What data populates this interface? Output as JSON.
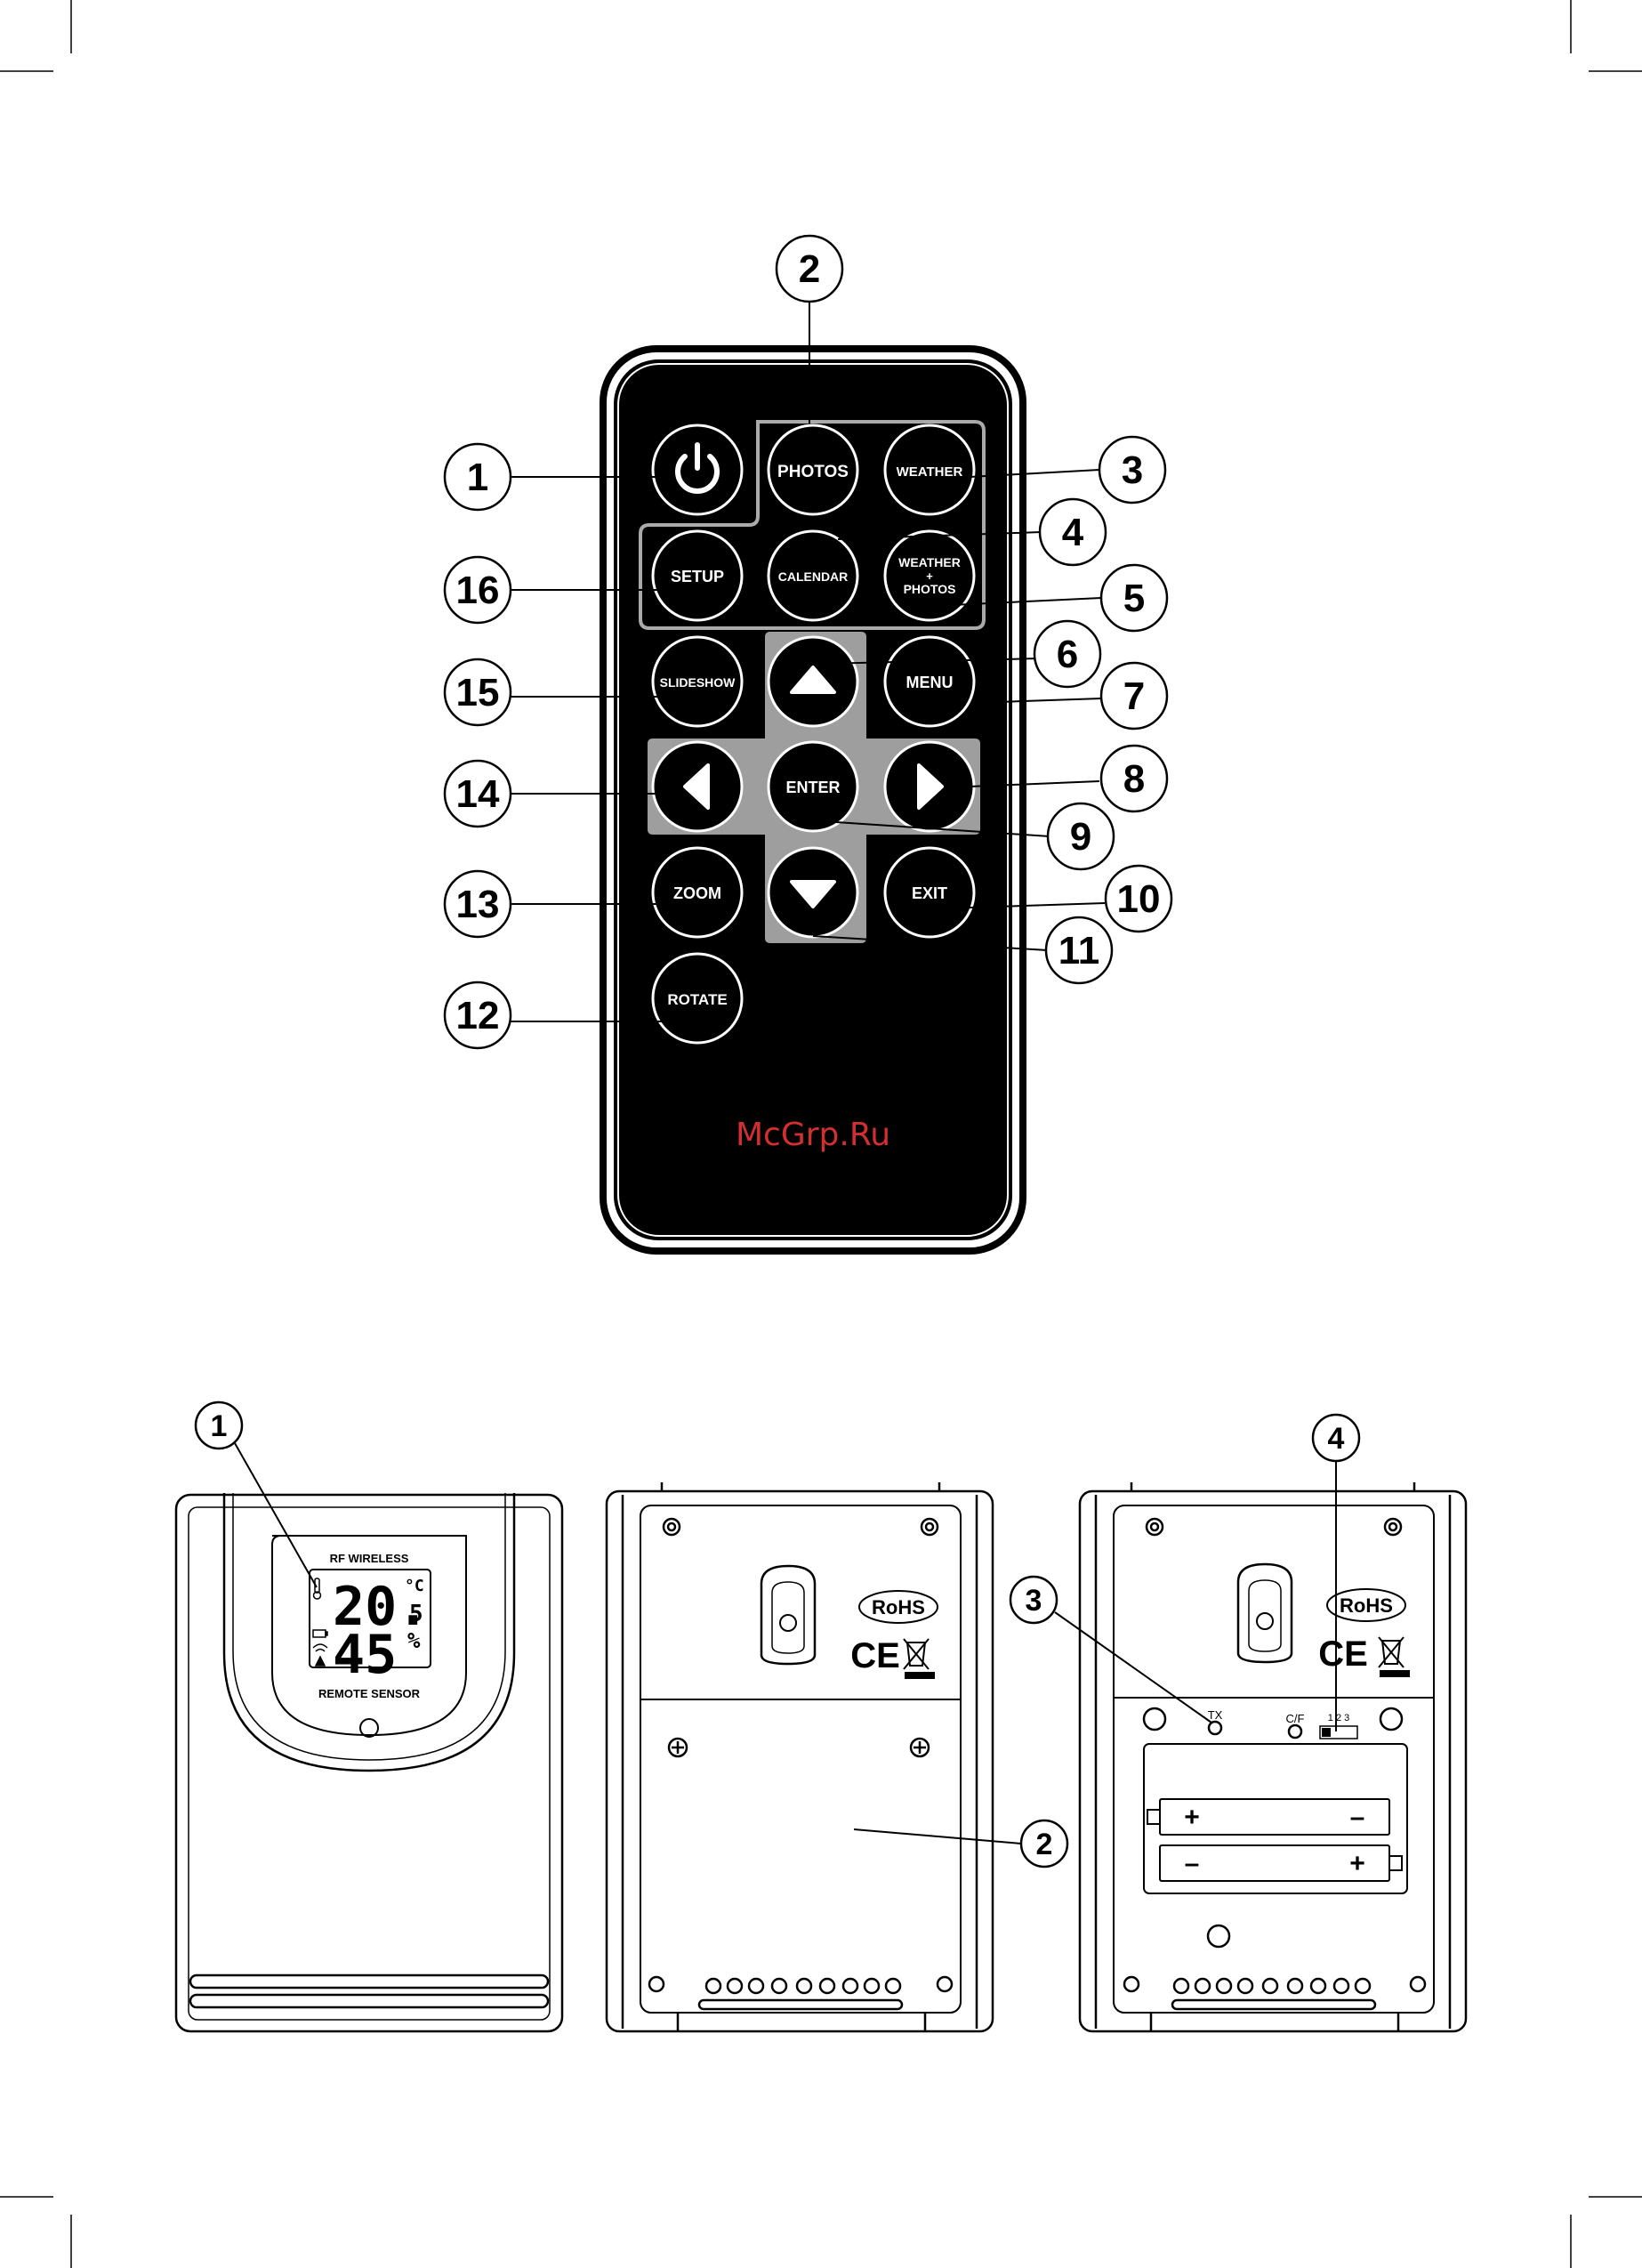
{
  "remote": {
    "buttons": {
      "photos": "PHOTOS",
      "weather": "WEATHER",
      "setup": "SETUP",
      "calendar": "CALENDAR",
      "weather_photos_line1": "WEATHER",
      "weather_photos_line2": "+",
      "weather_photos_line3": "PHOTOS",
      "slideshow": "SLIDESHOW",
      "menu": "MENU",
      "enter": "ENTER",
      "zoom": "ZOOM",
      "exit": "EXIT",
      "rotate": "ROTATE"
    },
    "callouts": [
      "1",
      "2",
      "3",
      "4",
      "5",
      "6",
      "7",
      "8",
      "9",
      "10",
      "11",
      "12",
      "13",
      "14",
      "15",
      "16"
    ],
    "watermark": "McGrp.Ru"
  },
  "sensor_front": {
    "callout": "1",
    "title": "RF WIRELESS",
    "temperature": "20.",
    "temperature_unit": "°C",
    "temperature_decimal": "5",
    "humidity": "45",
    "humidity_unit": "%",
    "subtitle": "REMOTE SENSOR"
  },
  "sensor_back_closed": {
    "callout": "2",
    "rohs": "RoHS",
    "ce": "CE"
  },
  "sensor_back_open": {
    "callouts": [
      "3",
      "4"
    ],
    "rohs": "RoHS",
    "ce": "CE",
    "tx_label": "TX",
    "cf_label": "C/F",
    "channel_label": "1 2 3",
    "battery_top_plus": "+",
    "battery_top_minus": "–",
    "battery_bottom_minus": "–",
    "battery_bottom_plus": "+"
  }
}
